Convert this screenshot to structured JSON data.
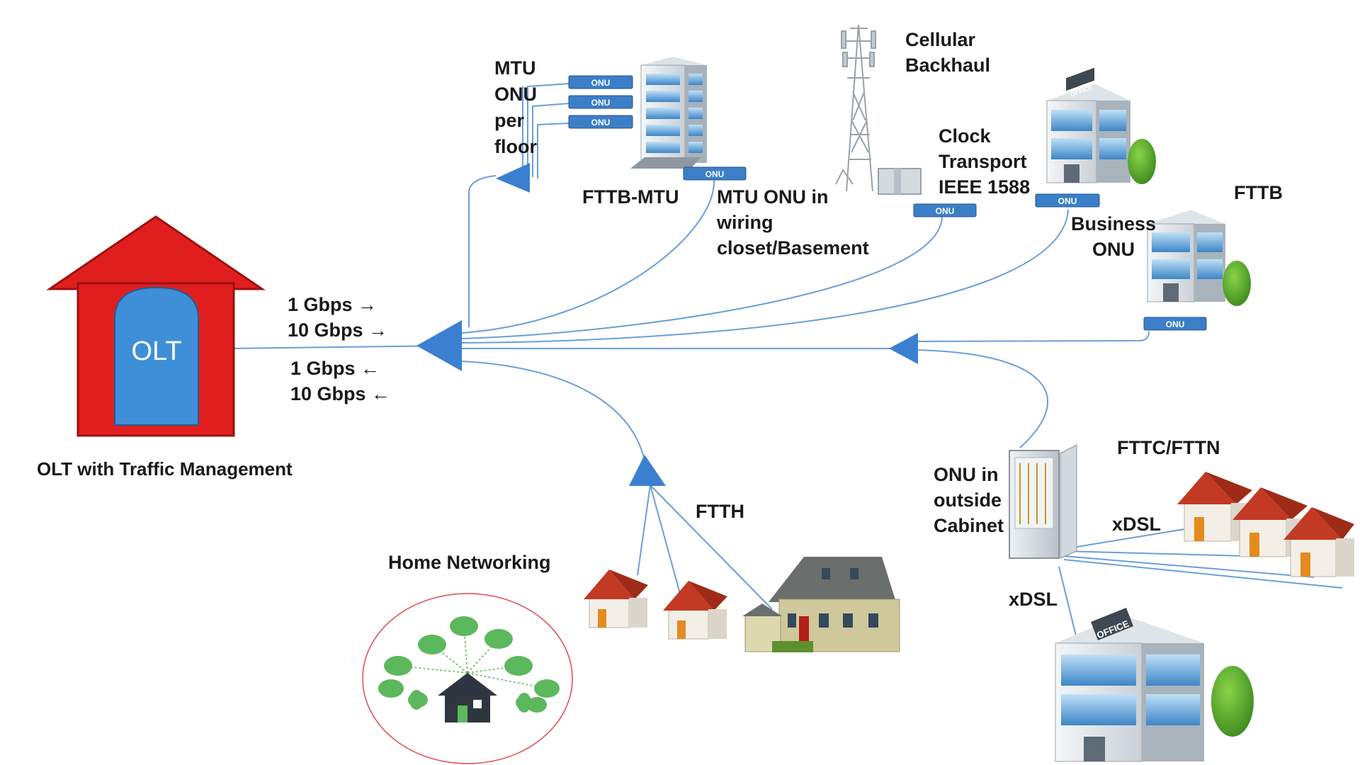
{
  "olt": {
    "box_label": "OLT",
    "caption": "OLT with Traffic Management",
    "rates_down": [
      "1 Gbps →",
      "10 Gbps →"
    ],
    "rates_up": [
      "1 Gbps ←",
      "10 Gbps ←"
    ]
  },
  "onu_tag": "ONU",
  "mtu": {
    "side_label": [
      "MTU",
      "ONU",
      "per",
      "floor"
    ],
    "building_label": "FTTB-MTU",
    "basement_label": [
      "MTU ONU in",
      "wiring",
      "closet/Basement"
    ]
  },
  "cellular": {
    "label": [
      "Cellular",
      "Backhaul"
    ],
    "clock_label": [
      "Clock",
      "Transport",
      "IEEE 1588"
    ]
  },
  "fttb": {
    "label": "FTTB",
    "business_label": [
      "Business",
      "ONU"
    ]
  },
  "fttc": {
    "label": "FTTC/FTTN",
    "cabinet_label": [
      "ONU in",
      "outside",
      "Cabinet"
    ],
    "xdsl_houses": "xDSL",
    "xdsl_office": "xDSL"
  },
  "ftth": {
    "label": "FTTH"
  },
  "home_networking": {
    "label": "Home Networking"
  },
  "office_sign": "OFFICE",
  "colors": {
    "fiber": "#6a9fd8",
    "splitter": "#3b80d0",
    "olt_red": "#e01e1e",
    "olt_blue": "#3f8fd8",
    "onu_blue": "#3b7fc8",
    "cloud_green": "#5cb85c"
  }
}
